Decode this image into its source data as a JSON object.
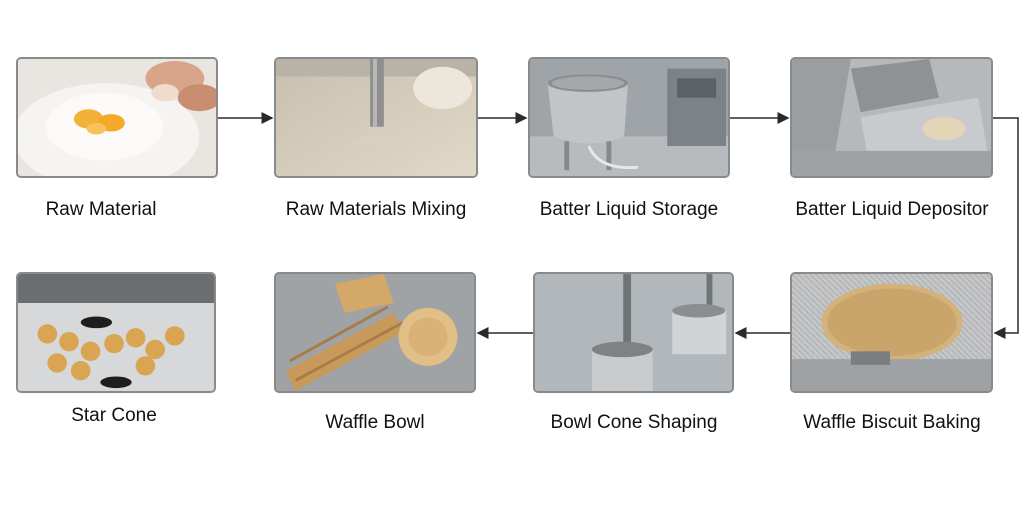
{
  "steps": [
    {
      "label": "Raw Material",
      "image": "flour-with-eggs"
    },
    {
      "label": "Raw Materials Mixing",
      "image": "mixer-blade-in-batter"
    },
    {
      "label": "Batter Liquid Storage",
      "image": "stainless-batter-tank"
    },
    {
      "label": "Batter Liquid Depositor",
      "image": "depositor-on-baking-plate"
    },
    {
      "label": "Waffle Biscuit Baking",
      "image": "waffle-on-baking-mold"
    },
    {
      "label": "Bowl Cone Shaping",
      "image": "bowl-shaping-molds"
    },
    {
      "label": "Waffle Bowl",
      "image": "stacked-waffle-bowls"
    },
    {
      "label": "Star Cone",
      "image": "star-cones-on-tray"
    }
  ],
  "colors": {
    "arrow": "#2a2a2a",
    "border": "#8a8a8a",
    "text": "#111111"
  }
}
